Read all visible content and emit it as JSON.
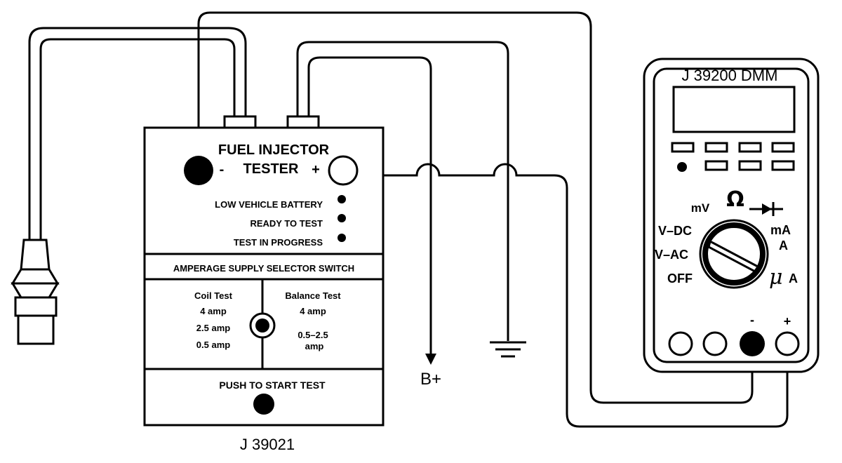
{
  "tester": {
    "title_line1": "FUEL INJECTOR",
    "title_line2": "TESTER",
    "minus": "-",
    "plus": "+",
    "indicators": [
      "LOW VEHICLE BATTERY",
      "READY TO TEST",
      "TEST IN PROGRESS"
    ],
    "selector_title": "AMPERAGE SUPPLY SELECTOR SWITCH",
    "coil_test": {
      "label": "Coil Test",
      "options": [
        "4 amp",
        "2.5 amp",
        "0.5 amp"
      ]
    },
    "balance_test": {
      "label": "Balance Test",
      "options": [
        "4 amp",
        "0.5–2.5",
        "amp"
      ]
    },
    "push_label": "PUSH TO START TEST",
    "model": "J 39021"
  },
  "dmm": {
    "model": "J 39200 DMM",
    "dial_labels": {
      "mv": "mV",
      "ohm": "Ω",
      "vdc": "V–DC",
      "vac": "V–AC",
      "off": "OFF",
      "ma": "mA",
      "a": "A",
      "ua": "μ",
      "ua_unit": "A"
    },
    "jack_minus": "-",
    "jack_plus": "+"
  },
  "supply": {
    "bplus": "B+"
  }
}
